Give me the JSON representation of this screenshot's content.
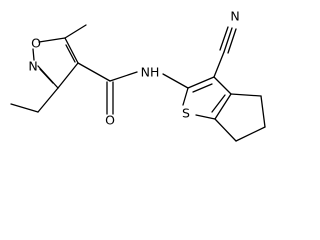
{
  "molecule": {
    "atoms": {
      "O_ring": "O",
      "N_ring": "N",
      "NH": "NH",
      "O_carbonyl": "O",
      "S": "S",
      "N_nitrile": "N"
    }
  },
  "colors": {
    "bond": "#000000",
    "label": "#000000",
    "background": "#ffffff"
  }
}
